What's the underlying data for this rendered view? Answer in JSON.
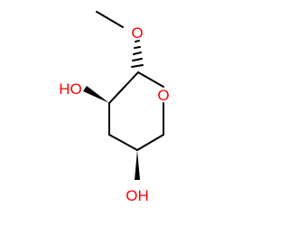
{
  "molecule": {
    "colors": {
      "bond": "#000000",
      "oxygen": "#ff0000"
    },
    "atoms": {
      "ring_oxygen": "O",
      "methoxy_oxygen": "O",
      "hydroxyl_top": "HO",
      "hydroxyl_bottom": "OH"
    }
  }
}
